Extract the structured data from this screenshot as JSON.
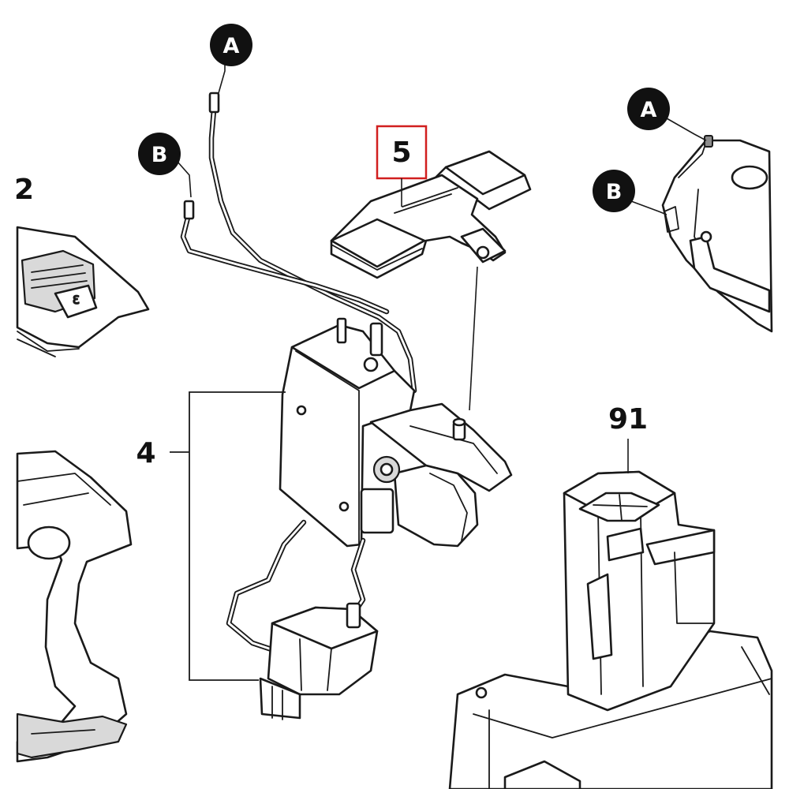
{
  "labels": {
    "top_connector": "A",
    "left_connector": "B",
    "right_connector_a": "A",
    "right_connector_b": "B",
    "part_switch_plate": "5",
    "part_switch_assembly": "4",
    "part_battery": "91",
    "part_cutoff": "2"
  },
  "colors": {
    "line": "#1a1a1a",
    "highlight": "#d11f1f",
    "badge": "#111111"
  }
}
